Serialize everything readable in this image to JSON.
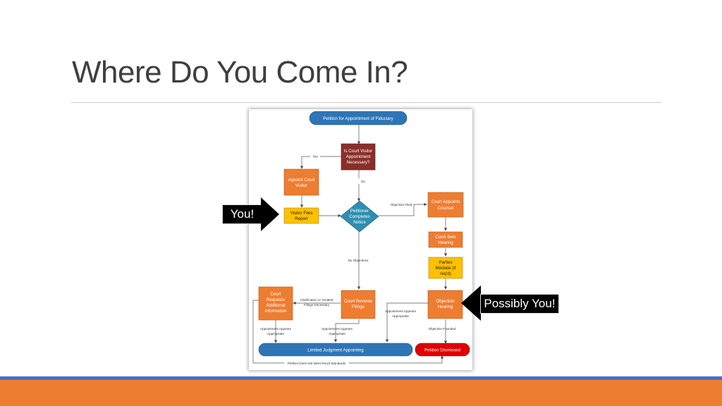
{
  "slide": {
    "title": "Where Do You Come In?"
  },
  "callouts": {
    "you": "You!",
    "possibly_you": "Possibly You!"
  },
  "flowchart": {
    "nodes": {
      "petition": "Petition for Appointment of Fiduciary",
      "is_visitor": [
        "Is Court Visitor",
        "Appointment",
        "Necessary?"
      ],
      "appoint_visitor": [
        "Appoint Court",
        "Visitor"
      ],
      "visitor_report": [
        "Visitor Files",
        "Report"
      ],
      "petitioner_notice": [
        "Petitioner",
        "Completes",
        "Notice"
      ],
      "appoint_counsel": [
        "Court Appoints",
        "Counsel"
      ],
      "sets_hearing": [
        "Court Sets",
        "Hearing"
      ],
      "mediate": [
        "Parties",
        "Mediate (if",
        "req'd)"
      ],
      "objection_hearing": [
        "Objection",
        "Hearing"
      ],
      "reviews_filings": [
        "Court Reviews",
        "Filings"
      ],
      "requests_info": [
        "Court",
        "Requests",
        "Additional",
        "Information"
      ],
      "limited_judgment": "Limited Judgment Appointing",
      "petition_dismissed": "Petition Dismissed"
    },
    "edges": {
      "yes": "Yes",
      "no": "No",
      "objection_filed": "Objection Filed",
      "no_objections": "No Objections",
      "clarification": [
        "Clarification or Omitted",
        "Filings Necessary"
      ],
      "appears_appropriate_obj": [
        "Appointment Appears",
        "Appropriate"
      ],
      "appears_appropriate_review": [
        "Appointment Appears",
        "Appropriate"
      ],
      "appears_appropriate_info": [
        "Appointment Appears",
        "Appropriate"
      ],
      "objection_founded": "Objection Founded",
      "not_meet_standards": "Petition Does Not Meet Req'd Standards"
    },
    "colors": {
      "blue": "#2e75b6",
      "maroon": "#8b2e2a",
      "orange": "#ed7d31",
      "yellow": "#ffc000",
      "teal": "#2f8fb0",
      "red": "#e00000"
    }
  }
}
